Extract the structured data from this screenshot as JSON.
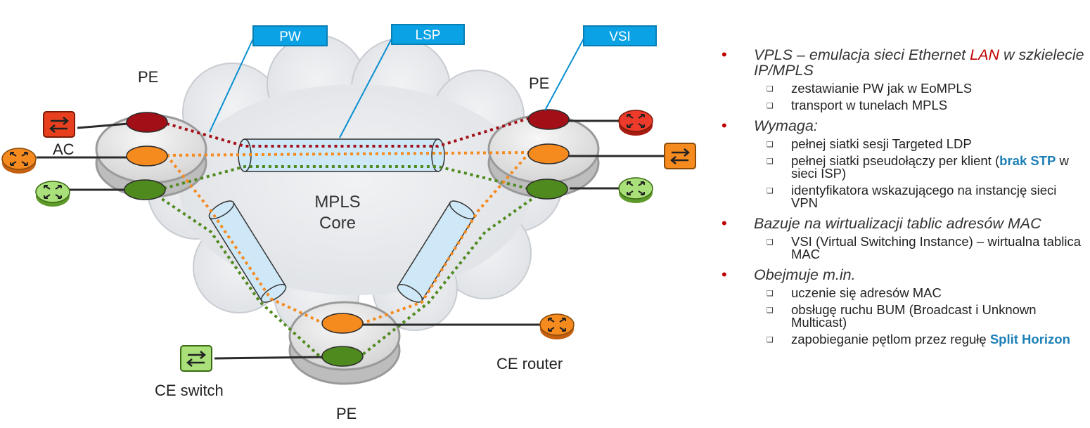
{
  "diagram": {
    "callouts": {
      "pw": "PW",
      "lsp": "LSP",
      "vsi": "VSI"
    },
    "labels": {
      "pe_left": "PE",
      "pe_right": "PE",
      "pe_bottom": "PE",
      "ac": "AC",
      "core_line1": "MPLS",
      "core_line2": "Core",
      "ce_switch": "CE switch",
      "ce_router": "CE router"
    },
    "colors": {
      "red": "#a30f17",
      "orange": "#f58a1f",
      "green": "#4f8a1e",
      "callout": "#0aa2e4",
      "tunnel": "#cfe8f7",
      "cloud": "#e9ebee"
    },
    "icons": [
      "router-icon",
      "switch-icon"
    ]
  },
  "bullets": {
    "b1_part1": "VPLS – emulacja sieci Ethernet ",
    "b1_red": "LAN",
    "b1_part2": " w szkielecie IP/MPLS",
    "b1_sub1": "zestawianie PW jak w EoMPLS",
    "b1_sub2": "transport w tunelach MPLS",
    "b2": "Wymaga:",
    "b2_sub1": "pełnej siatki sesji Targeted LDP",
    "b2_sub2_part1": "pełnej siatki pseudołączy per klient (",
    "b2_sub2_bold": "brak STP",
    "b2_sub2_part2": " w sieci ISP)",
    "b2_sub3": "identyfikatora wskazującego na instancję sieci VPN",
    "b3": "Bazuje na wirtualizacji tablic adresów MAC",
    "b3_sub1": "VSI (Virtual Switching Instance) – wirtualna tablica MAC",
    "b4": "Obejmuje m.in.",
    "b4_sub1": "uczenie się adresów MAC",
    "b4_sub2": "obsługę ruchu BUM (Broadcast i Unknown Multicast)",
    "b4_sub3_part1": "zapobieganie pętlom przez regułę ",
    "b4_sub3_bold": "Split Horizon"
  }
}
